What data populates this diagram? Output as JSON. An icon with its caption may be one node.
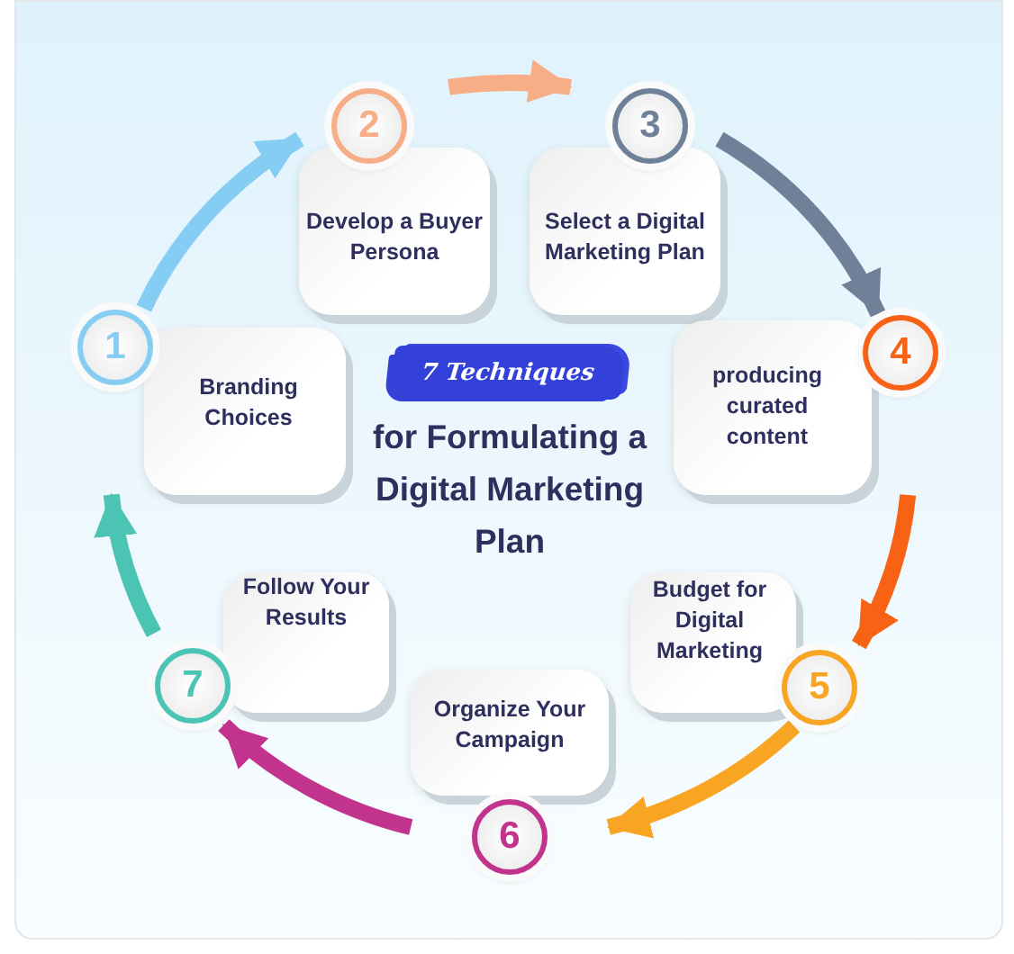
{
  "diagram": {
    "title": "for Formulating a Digital Marketing Plan",
    "nodes": [
      {
        "text": [
          "1",
          "Branding Choices"
        ]
      },
      {
        "text": [
          "2",
          "Develop a Buyer Persona"
        ]
      },
      {
        "text": [
          "3",
          "Select a Digital Marketing Plan"
        ]
      },
      {
        "text": [
          "4",
          "producing curated content"
        ]
      },
      {
        "text": [
          "Budget for Digital Marketing",
          "5"
        ]
      },
      {
        "text": [
          "Organize Your Campaign",
          "6"
        ]
      },
      {
        "text": [
          "Follow Your Results",
          "7"
        ]
      }
    ],
    "edges": [
      {
        "from": 0,
        "to": 1,
        "arrow": "to",
        "color": "#86cdf3"
      },
      {
        "from": 1,
        "to": 2,
        "arrow": "to",
        "color": "#f7ae86"
      },
      {
        "from": 2,
        "to": 3,
        "arrow": "to",
        "color": "#6f8198"
      },
      {
        "from": 3,
        "to": 4,
        "arrow": "to",
        "color": "#f86214"
      },
      {
        "from": 4,
        "to": 5,
        "arrow": "to",
        "color": "#f7a523"
      },
      {
        "from": 5,
        "to": 6,
        "arrow": "to",
        "color": "#c2338d"
      },
      {
        "from": 6,
        "to": 0,
        "arrow": "to",
        "color": "#4cc4b4"
      }
    ],
    "labels": [
      "7 Techniques"
    ]
  }
}
